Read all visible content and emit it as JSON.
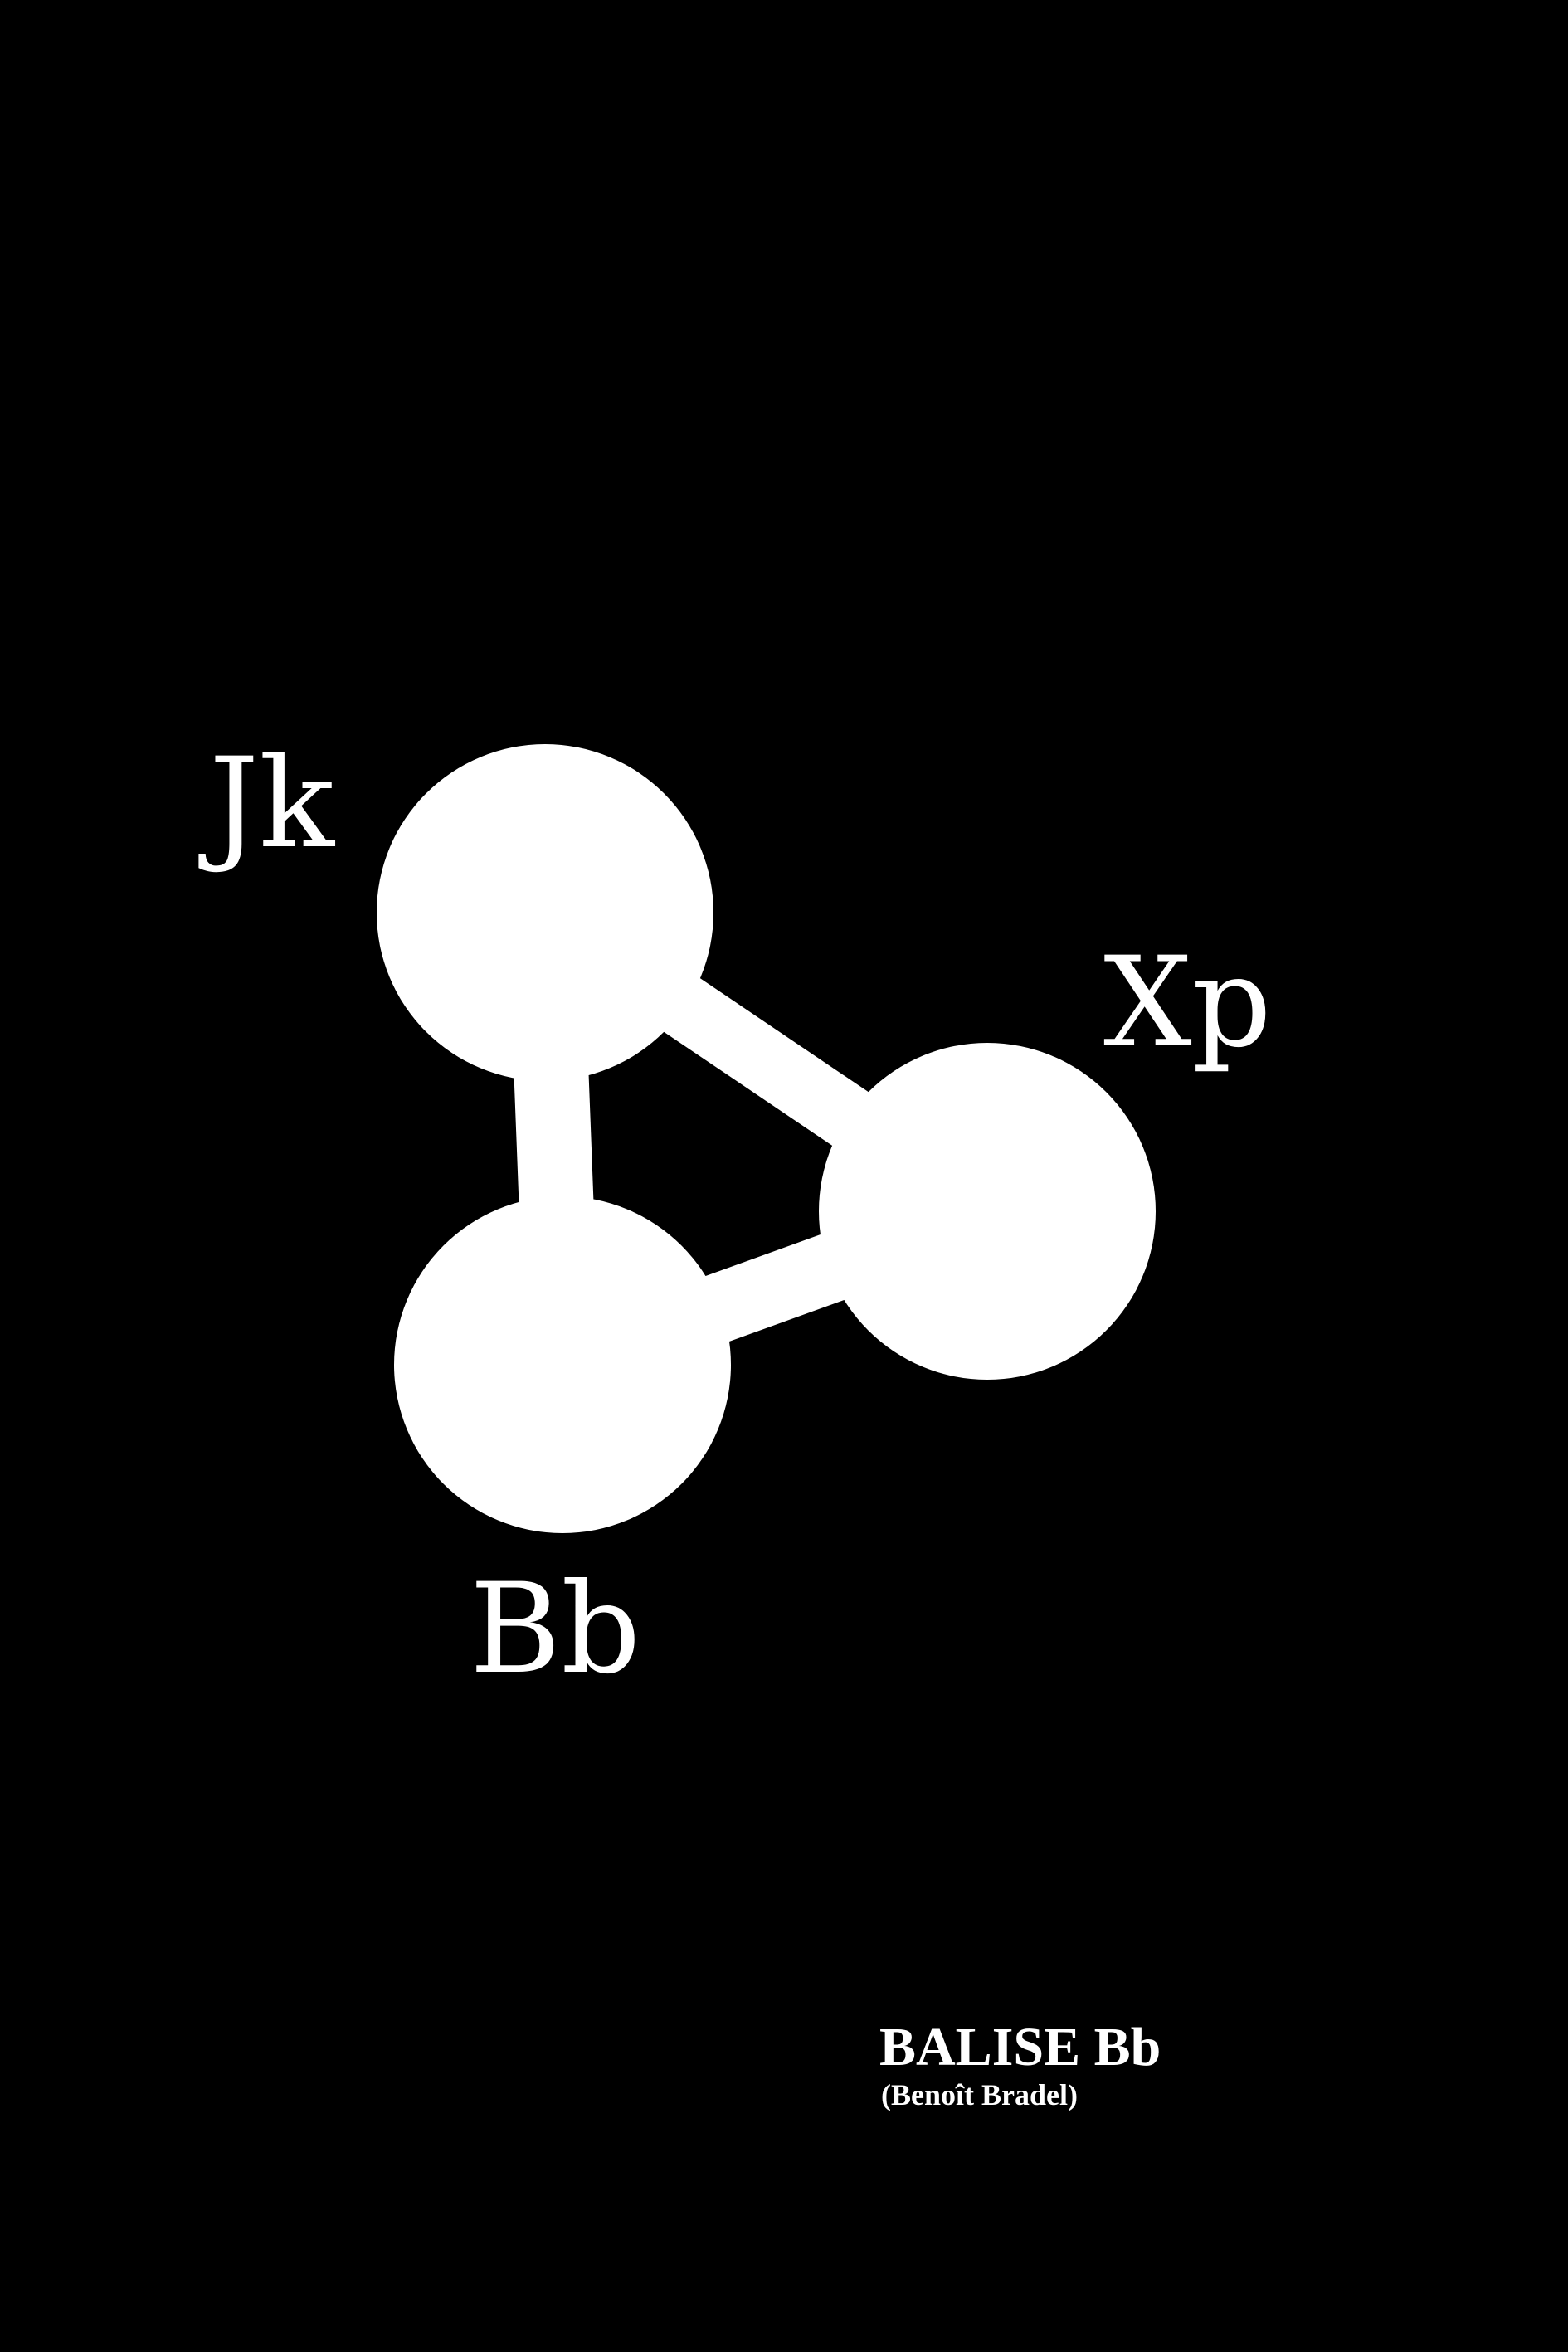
{
  "colors": {
    "background": "#000000",
    "foreground": "#ffffff"
  },
  "diagram": {
    "nodes": [
      {
        "id": "Jk",
        "label": "Jk"
      },
      {
        "id": "Xp",
        "label": "Xp"
      },
      {
        "id": "Bb",
        "label": "Bb"
      }
    ],
    "edges": [
      {
        "from": "Jk",
        "to": "Xp"
      },
      {
        "from": "Jk",
        "to": "Bb"
      },
      {
        "from": "Bb",
        "to": "Xp"
      }
    ]
  },
  "credit": {
    "title": "BALISE Bb",
    "author": "(Benoît Bradel)"
  }
}
